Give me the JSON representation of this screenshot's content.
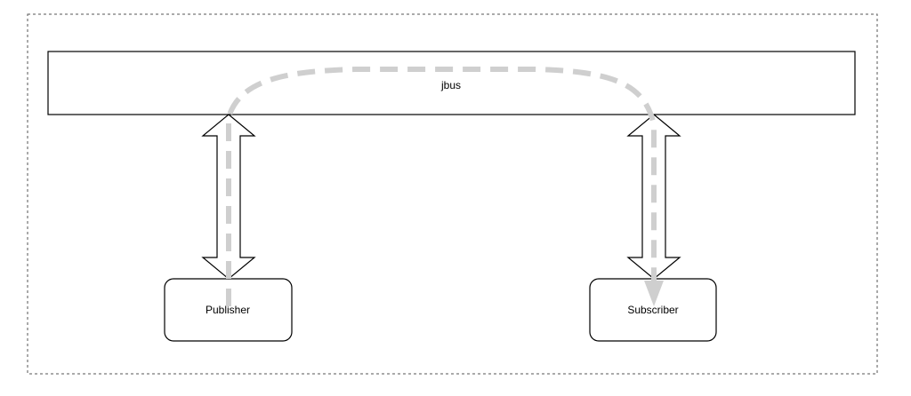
{
  "diagram": {
    "bus_label": "jbus",
    "publisher_label": "Publisher",
    "subscriber_label": "Subscriber"
  },
  "colors": {
    "stroke": "#000000",
    "fill": "#ffffff",
    "frame": "#555555",
    "flow": "#cfcfcf"
  }
}
